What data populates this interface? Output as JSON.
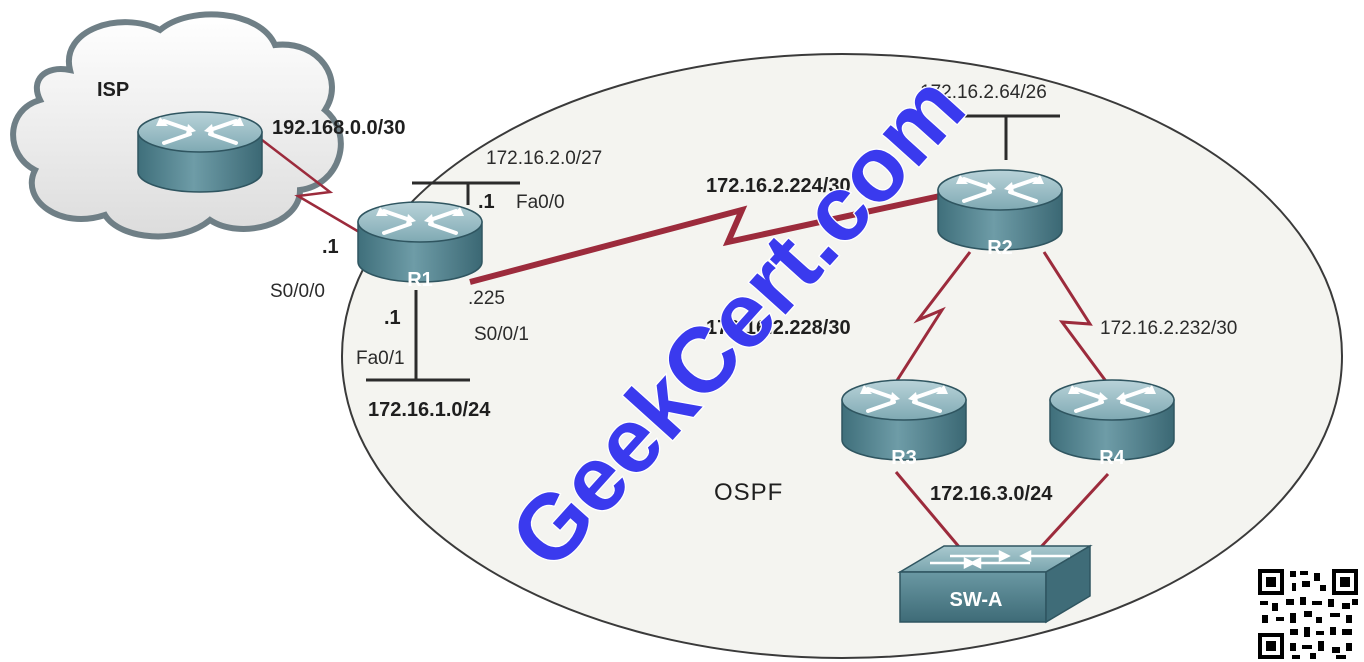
{
  "diagram": {
    "area_label": "OSPF",
    "watermark": "GeekCert.com",
    "devices": {
      "isp": {
        "label": "ISP"
      },
      "r1": {
        "label": "R1"
      },
      "r2": {
        "label": "R2"
      },
      "r3": {
        "label": "R3"
      },
      "r4": {
        "label": "R4"
      },
      "switch": {
        "label": "SW-A"
      }
    },
    "networks": {
      "isp_r1": "192.168.0.0/30",
      "r1_fa00_lan": "172.16.2.0/27",
      "r1_fa01_lan": "172.16.1.0/24",
      "r1_r2": "172.16.2.224/30",
      "r2_lan": "172.16.2.64/26",
      "r2_r3": "172.16.2.228/30",
      "r2_r4": "172.16.2.232/30",
      "r3_r4_lan": "172.16.3.0/24"
    },
    "interfaces": {
      "r1_s000_ip": ".1",
      "r1_s000_name": "S0/0/0",
      "r1_fa00_ip": ".1",
      "r1_fa00_name": "Fa0/0",
      "r1_fa01_ip": ".1",
      "r1_fa01_name": "Fa0/1",
      "r1_s001_ip": ".225",
      "r1_s001_name": "S0/0/1"
    },
    "colors": {
      "serial_link": "#9c2b3c",
      "router_top": "#8fb6c0",
      "router_body": "#4c7e8a",
      "lan_segment": "#2b2b2b",
      "ospf_area_fill": "#f3f3ee",
      "watermark": "#3a3aee"
    },
    "icons": {
      "router": "router-icon",
      "switch": "switch-icon",
      "cloud": "cloud-icon",
      "qr": "qr-code-icon"
    }
  }
}
